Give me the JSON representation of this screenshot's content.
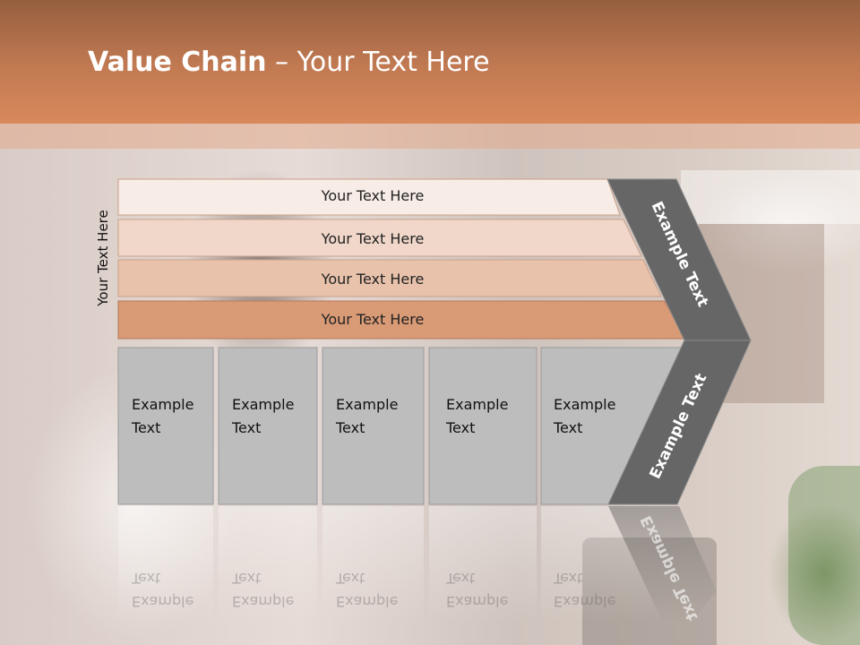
{
  "slide": {
    "title_bold": "Value Chain",
    "title_separator": " – ",
    "title_rest": "Your Text Here",
    "vertical_label": "Your Text Here"
  },
  "rows": [
    {
      "label": "Your Text Here",
      "color": "#f7ece6"
    },
    {
      "label": "Your Text Here",
      "color": "#f1d7c9"
    },
    {
      "label": "Your Text Here",
      "color": "#e8c2ab"
    },
    {
      "label": "Your Text Here",
      "color": "#d99a76"
    }
  ],
  "columns": [
    {
      "line1": "Example",
      "line2": "Text"
    },
    {
      "line1": "Example",
      "line2": "Text"
    },
    {
      "line1": "Example",
      "line2": "Text"
    },
    {
      "line1": "Example",
      "line2": "Text"
    },
    {
      "line1": "Example",
      "line2": "Text"
    }
  ],
  "chevrons": {
    "upper": "Example Text",
    "lower": "Example Text",
    "color": "#666666"
  },
  "colors": {
    "header": "#c27a52",
    "column_fill": "#bdbdbd"
  }
}
